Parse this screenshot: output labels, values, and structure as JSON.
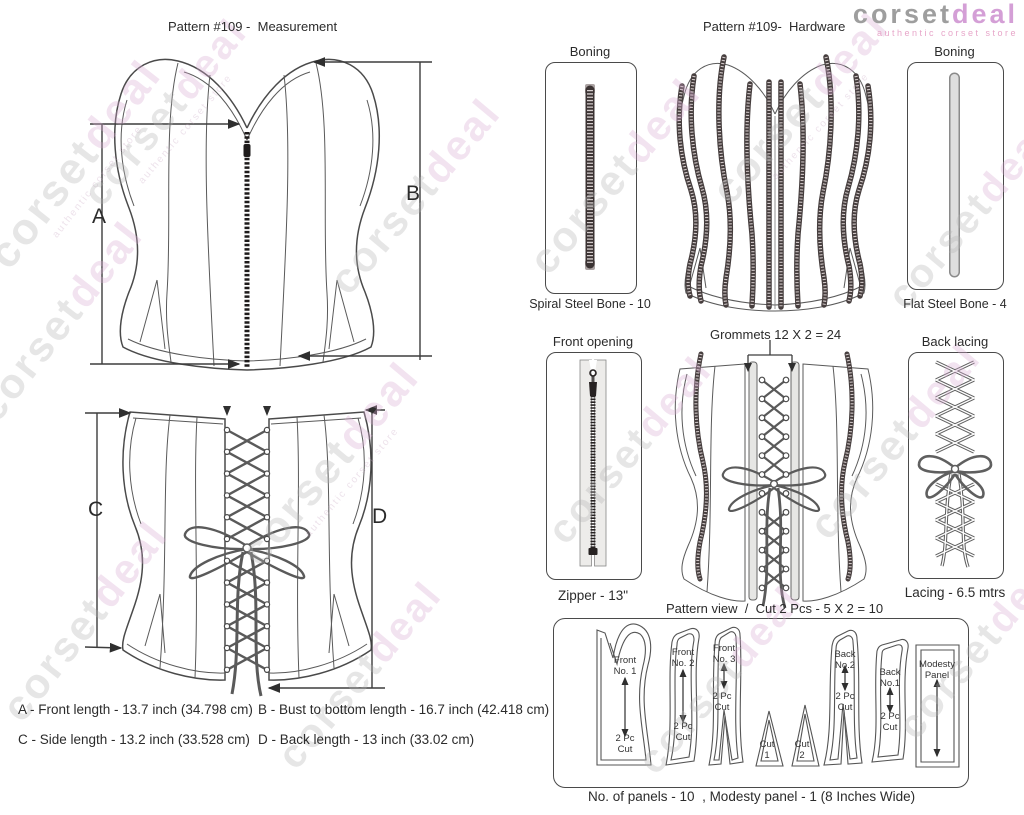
{
  "logo": {
    "part1": "corset",
    "part2": "deal",
    "tagline": "authentic corset store"
  },
  "watermark": {
    "part1": "corset",
    "part2": "deal",
    "tagline": "authentic corset store"
  },
  "measurement": {
    "title": "Pattern #109 -  Measurement",
    "labels": {
      "a": "A",
      "b": "B",
      "c": "C",
      "d": "D"
    },
    "legend": {
      "a": "A - Front length - 13.7 inch (34.798 cm)",
      "b": "B - Bust to bottom length - 16.7 inch (42.418 cm)",
      "c": "C - Side length - 13.2 inch (33.528 cm)",
      "d": "D - Back length - 13 inch (33.02 cm)"
    }
  },
  "hardware": {
    "title": "Pattern #109-  Hardware",
    "spiral": {
      "label": "Boning",
      "caption": "Spiral Steel Bone - 10"
    },
    "flat": {
      "label": "Boning",
      "caption": "Flat Steel Bone - 4"
    },
    "zipper": {
      "label": "Front opening",
      "caption": "Zipper - 13\""
    },
    "grommets": {
      "label": "Grommets 12 X 2 = 24"
    },
    "lacing": {
      "label": "Back lacing",
      "caption": "Lacing - 6.5 mtrs"
    }
  },
  "pattern_view": {
    "title": "Pattern view  /  Cut 2 Pcs - 5 X 2 = 10",
    "caption": "No. of panels - 10  , Modesty panel - 1 (8 Inches Wide)",
    "pieces": {
      "p1": {
        "label": "Front\nNo. 1",
        "cut": "2 Pc\nCut"
      },
      "p2": {
        "label": "Front\nNo. 2",
        "cut": "2 Pc\nCut"
      },
      "p3": {
        "label": "Front\nNo. 3",
        "cut": "2 Pc\nCut"
      },
      "p4": {
        "label": "Cut\n1"
      },
      "p5": {
        "label": "Cut\n2"
      },
      "p6": {
        "label": "Back\nNo.2",
        "cut": "2 Pc\nCut"
      },
      "p7": {
        "label": "Back\nNo.1",
        "cut": "2 Pc\nCut"
      },
      "p8": {
        "label": "Modesty\nPanel"
      }
    }
  }
}
